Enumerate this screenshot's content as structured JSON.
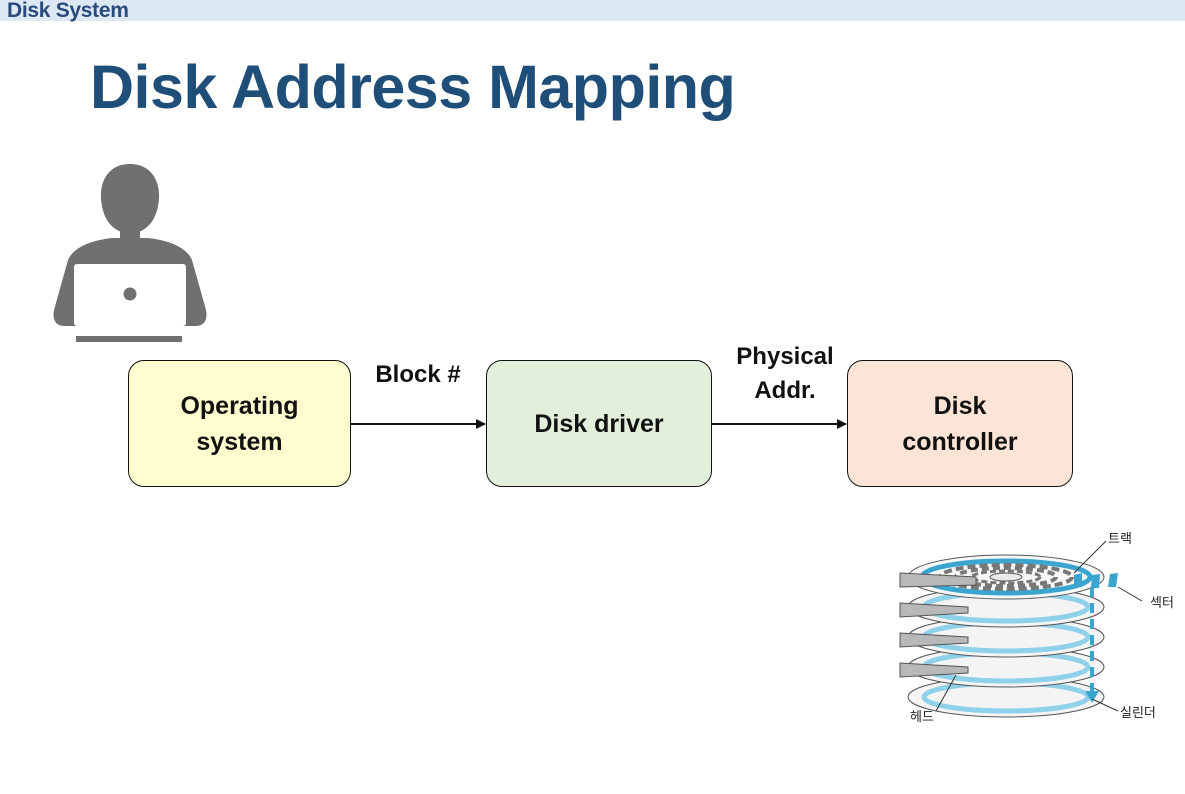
{
  "header": {
    "section_label": "Disk System"
  },
  "slide": {
    "title": "Disk Address Mapping"
  },
  "diagram": {
    "boxes": {
      "os": {
        "label": "Operating\nsystem",
        "fill": "#fffdd0"
      },
      "driver": {
        "label": "Disk driver",
        "fill": "#e2efda"
      },
      "controller": {
        "label": "Disk\ncontroller",
        "fill": "#fce4d6"
      }
    },
    "arrows": {
      "os_to_driver": "Block #",
      "driver_to_controller": "Physical\nAddr."
    }
  },
  "disk_illustration": {
    "labels": {
      "track": "트랙",
      "sector": "섹터",
      "cylinder": "실린더",
      "head": "헤드"
    },
    "accent_color": "#3aa6d0"
  },
  "colors": {
    "title": "#1f4e79",
    "topbar": "#dde8f5",
    "icon": "#707070"
  }
}
